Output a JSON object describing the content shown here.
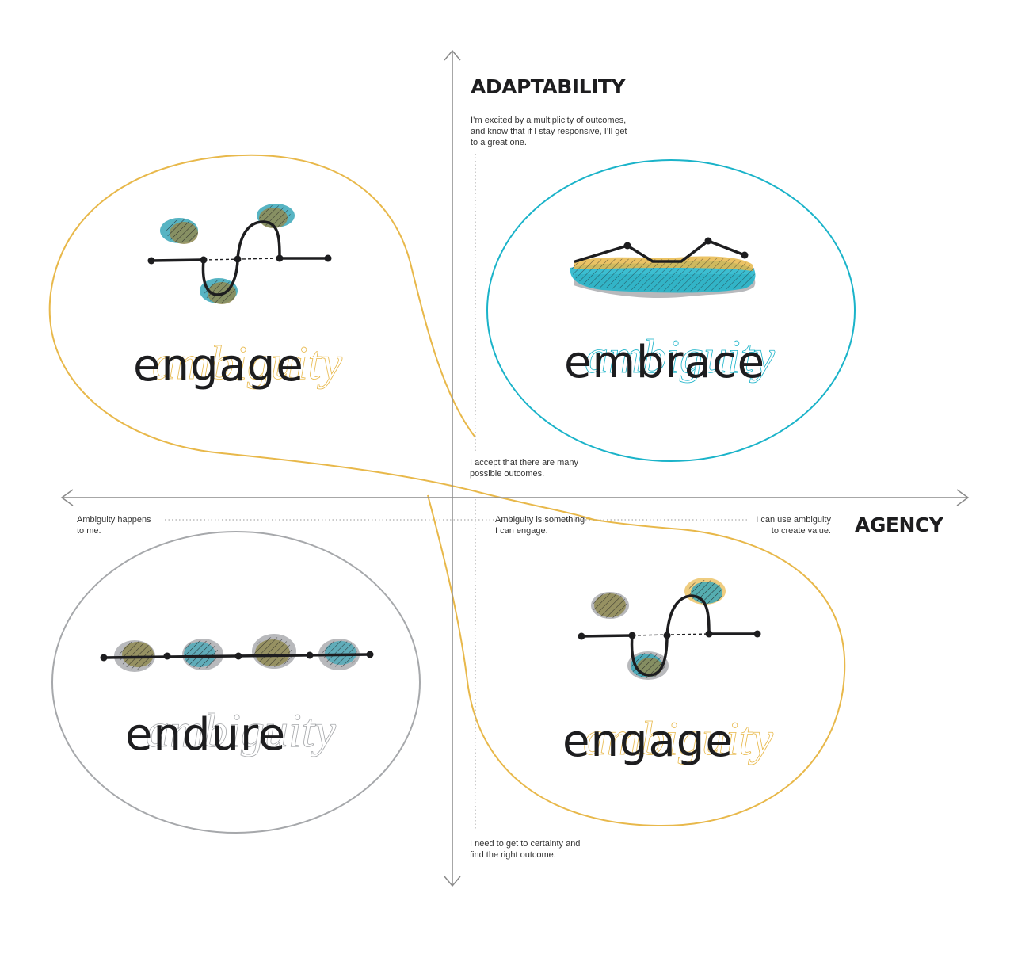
{
  "axes": {
    "vertical_title": "ADAPTABILITY",
    "horizontal_title": "AGENCY"
  },
  "notes": {
    "top_line1": "I’m excited by a multiplicity of outcomes,",
    "top_line2": "and know that if I stay responsive, I’ll get",
    "top_line3": "to a great one.",
    "middle_line1": "I accept that there are many",
    "middle_line2": "possible outcomes.",
    "bottom_line1": "I need to get to certainty and",
    "bottom_line2": "find the right outcome.",
    "left_line1": "Ambiguity happens",
    "left_line2": "to me.",
    "center_line1": "Ambiguity is something",
    "center_line2": "I can engage.",
    "right_line1": "I can use ambiguity",
    "right_line2": "to create value."
  },
  "quadrants": {
    "top_left": {
      "word": "engage",
      "ghost": "ambiguity"
    },
    "top_right": {
      "word": "embrace",
      "ghost": "ambiguity"
    },
    "bottom_left": {
      "word": "endure",
      "ghost": "ambiguity"
    },
    "bottom_right": {
      "word": "engage",
      "ghost": "ambiguity"
    }
  },
  "colors": {
    "yellow": "#e8b84a",
    "cyan": "#1ab3c9",
    "grey": "#a6a8ab",
    "ink": "#1d1d1f",
    "olive": "#8f8a52",
    "teal": "#3aa7b8"
  }
}
